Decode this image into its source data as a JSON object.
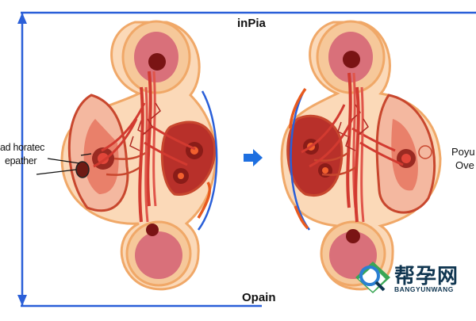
{
  "labels": {
    "title_top": "inPia",
    "title_bottom": "Opain",
    "left_label_line1": "ad horatec",
    "left_label_line2": "epather",
    "right_label_line1": "Poyu",
    "right_label_line2": "Ove"
  },
  "watermark": {
    "text": "帮孕网",
    "subtext": "BANGYUNWANG",
    "icon": "magnifier-logo-icon"
  },
  "colors": {
    "frame_blue": "#2a5fd8",
    "arrow_blue": "#1e6fe0",
    "outline_orange": "#f0a868",
    "tissue_red": "#c8472e",
    "tissue_pink": "#f4b8a0",
    "vessel_red": "#d23a30",
    "core_dark": "#7a1414",
    "watermark_navy": "#0f3550",
    "watermark_green": "#3aa655"
  }
}
